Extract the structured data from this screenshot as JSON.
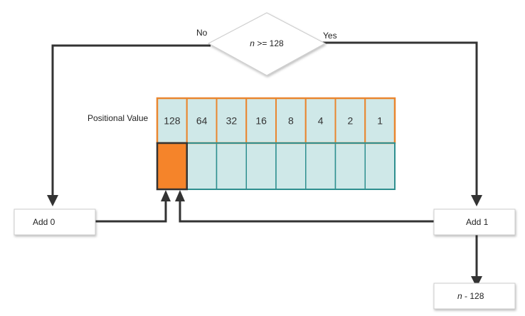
{
  "decision": {
    "condition_var": "n",
    "condition_rest": " >= 128",
    "no_label": "No",
    "yes_label": "Yes"
  },
  "table": {
    "row_label": "Positional Value",
    "positional_values": [
      "128",
      "64",
      "32",
      "16",
      "8",
      "4",
      "2",
      "1"
    ],
    "highlighted_index": 0
  },
  "boxes": {
    "add0": "Add 0",
    "add1": "Add 1",
    "result_var": "n",
    "result_rest": " - 128"
  },
  "colors": {
    "cell_fill": "#cfe8e8",
    "cell_border_teal": "#2f8f8f",
    "header_border_orange": "#e9862f",
    "highlight_orange": "#f5842a",
    "line": "#333333"
  }
}
